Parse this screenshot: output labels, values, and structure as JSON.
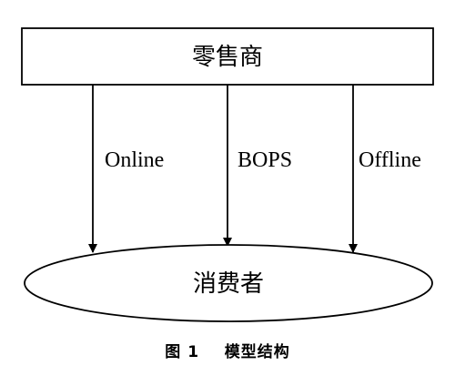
{
  "diagram": {
    "nodes": {
      "retailer": {
        "label": "零售商"
      },
      "consumer": {
        "label": "消费者"
      }
    },
    "edges": [
      {
        "label": "Online"
      },
      {
        "label": "BOPS"
      },
      {
        "label": "Offline"
      }
    ]
  },
  "caption": {
    "number": "图 1",
    "title": "模型结构"
  },
  "colors": {
    "stroke": "#000000",
    "background": "#ffffff"
  }
}
